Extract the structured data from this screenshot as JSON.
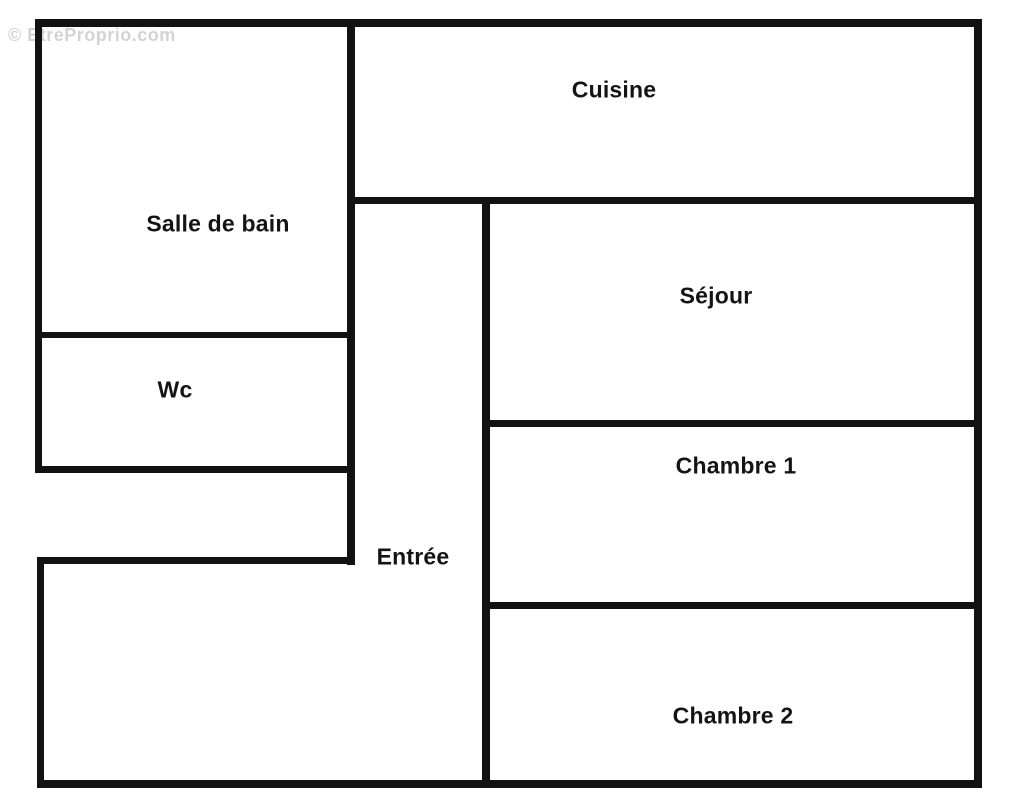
{
  "floorplan": {
    "watermark": "© EtreProprio.com",
    "rooms": {
      "cuisine": {
        "label": "Cuisine"
      },
      "salle_de_bain": {
        "label": "Salle de bain"
      },
      "wc": {
        "label": "Wc"
      },
      "sejour": {
        "label": "Séjour"
      },
      "chambre1": {
        "label": "Chambre 1"
      },
      "entree": {
        "label": "Entrée"
      },
      "chambre2": {
        "label": "Chambre 2"
      }
    },
    "colors": {
      "wall": "#121212",
      "background": "#ffffff",
      "watermark": "#d3d3d3"
    }
  }
}
